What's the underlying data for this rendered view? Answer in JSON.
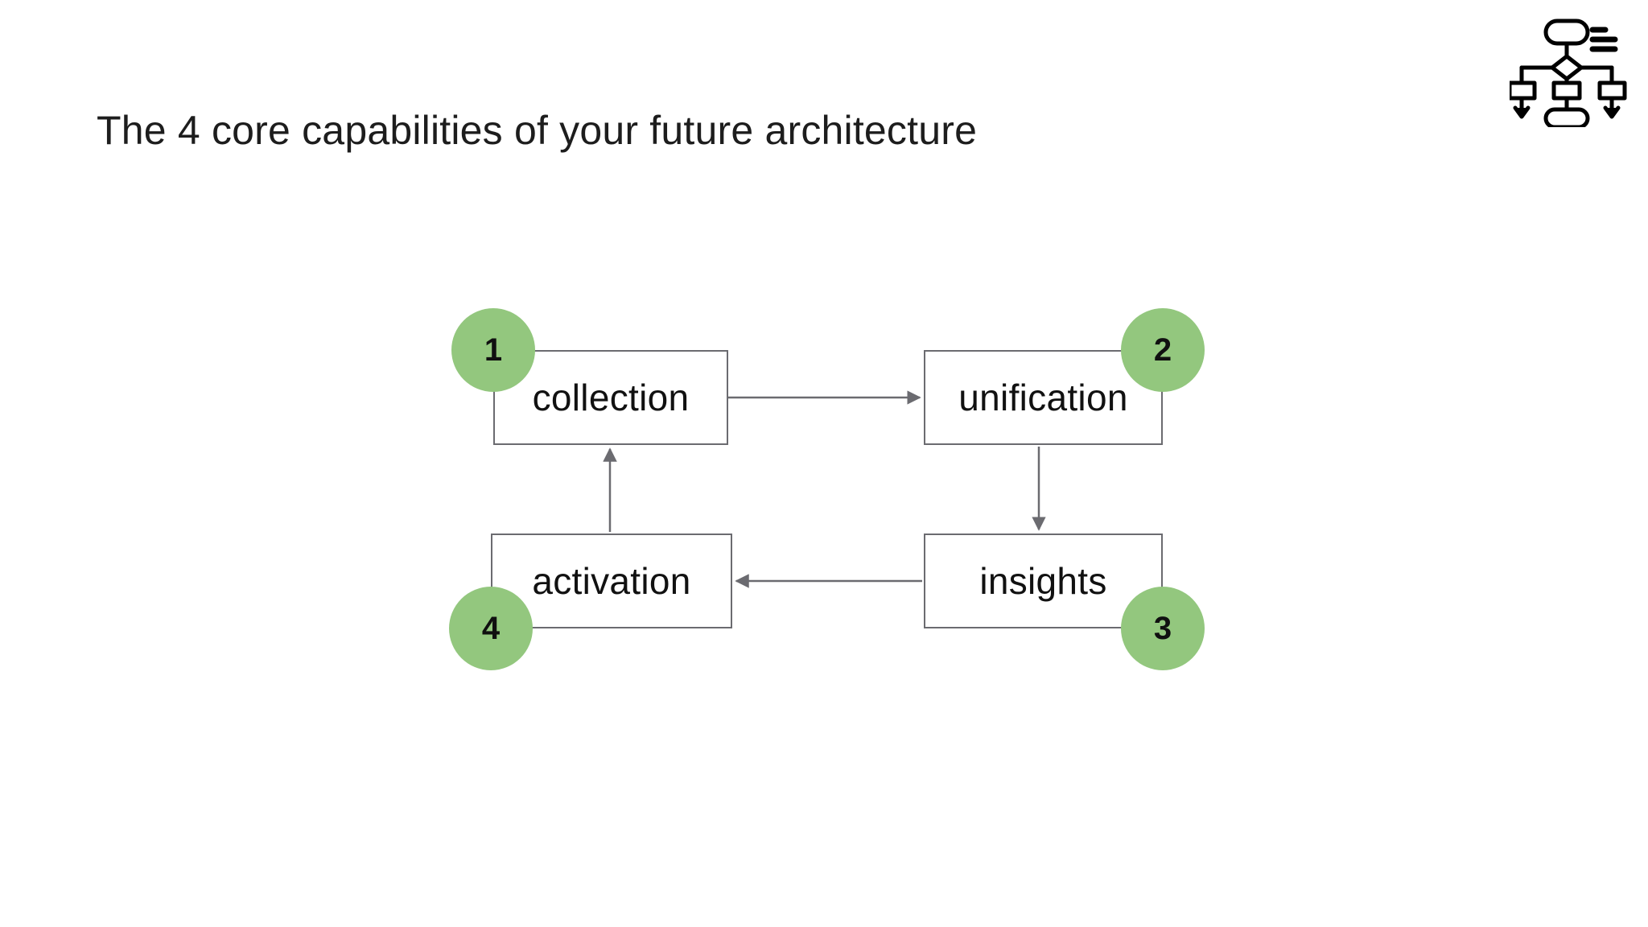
{
  "slide": {
    "title": "The 4 core capabilities of your future architecture",
    "background_color": "#ffffff"
  },
  "brand": {
    "logo_name": "flowchart-logo",
    "list_mark_name": "list-lines-icon",
    "color": "#000000"
  },
  "diagram": {
    "type": "cycle-flowchart",
    "accent_color": "#93c77e",
    "node_border_color": "#6b6b70",
    "connector_color": "#6b6b70",
    "nodes": [
      {
        "id": "collection",
        "label": "collection",
        "badge": "1",
        "badge_corner": "top-left"
      },
      {
        "id": "unification",
        "label": "unification",
        "badge": "2",
        "badge_corner": "top-right"
      },
      {
        "id": "insights",
        "label": "insights",
        "badge": "3",
        "badge_corner": "bottom-right"
      },
      {
        "id": "activation",
        "label": "activation",
        "badge": "4",
        "badge_corner": "bottom-left"
      }
    ],
    "connectors": [
      {
        "from": "collection",
        "to": "unification",
        "direction": "right"
      },
      {
        "from": "unification",
        "to": "insights",
        "direction": "down"
      },
      {
        "from": "insights",
        "to": "activation",
        "direction": "left"
      },
      {
        "from": "activation",
        "to": "collection",
        "direction": "up"
      }
    ]
  }
}
